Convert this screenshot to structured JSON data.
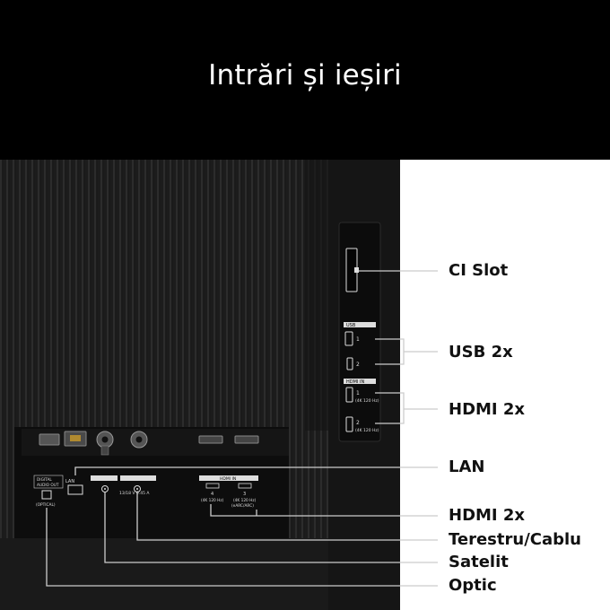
{
  "title": "Intrări și ieșiri",
  "colors": {
    "background": "#000000",
    "panel": "#1a1a1a",
    "label_area": "#ffffff",
    "label_text": "#111111"
  },
  "labels": {
    "ci_slot": "CI  Slot",
    "usb": "USB 2x",
    "hdmi_side": "HDMI 2x",
    "lan": "LAN",
    "hdmi_bottom": "HDMI 2x",
    "terrestrial": "Terestru/Cablu",
    "satellite": "Satelit",
    "optical": "Optic"
  },
  "port_labels": {
    "usb": "USB",
    "usb1_num": "1",
    "usb2_num": "2",
    "hdmi_in": "HDMI IN",
    "hdmi1": "1",
    "hdmi1_sub": "(4K 120 Hz)",
    "hdmi2": "2",
    "hdmi2_sub": "(4K 120 Hz)",
    "digital_audio": "DIGITAL",
    "audio_out": "AUDIO OUT",
    "optical": "(OPTICAL)",
    "lan": "LAN",
    "lnb": "13/18 V  0.45 A",
    "hdmi4": "4",
    "hdmi4_sub": "(4K 120 Hz)",
    "hdmi3": "3",
    "hdmi3_sub": "(4K 120 Hz)",
    "hdmi3_sub2": "(eARC/ARC)"
  },
  "icons": [
    "ci-slot-icon",
    "usb-port-icon",
    "hdmi-port-icon",
    "lan-port-icon",
    "coax-port-icon",
    "optical-port-icon"
  ]
}
